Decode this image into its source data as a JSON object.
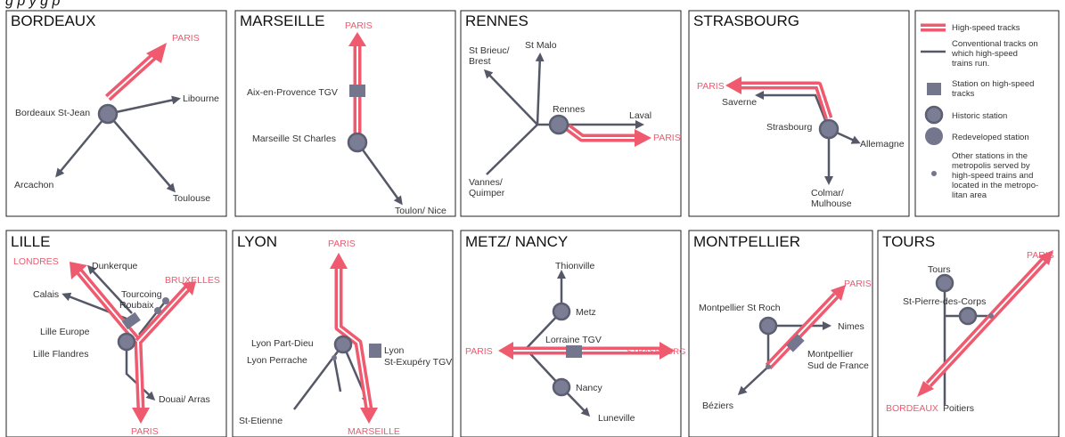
{
  "colors": {
    "high_speed": "#ef5a6f",
    "track": "#555866",
    "station": "#74768e"
  },
  "header": {
    "fragment": "g                            p                    y g    p"
  },
  "panels": {
    "bordeaux": {
      "title": "BORDEAUX",
      "paris": "PARIS",
      "station": "Bordeaux St-Jean",
      "libourne": "Libourne",
      "arcachon": "Arcachon",
      "toulouse": "Toulouse"
    },
    "marseille": {
      "title": "MARSEILLE",
      "paris": "PARIS",
      "aix": "Aix-en-Provence TGV",
      "station": "Marseille St Charles",
      "toulon": "Toulon/ Nice"
    },
    "rennes": {
      "title": "RENNES",
      "stbrieuc_1": "St Brieuc/",
      "stbrieuc_2": "Brest",
      "stmalo": "St Malo",
      "station": "Rennes",
      "laval": "Laval",
      "paris": "PARIS",
      "vannes_1": "Vannes/",
      "vannes_2": "Quimper"
    },
    "strasbourg": {
      "title": "STRASBOURG",
      "paris": "PARIS",
      "saverne": "Saverne",
      "station": "Strasbourg",
      "allemagne": "Allemagne",
      "colmar_1": "Colmar/",
      "colmar_2": "Mulhouse"
    },
    "lille": {
      "title": "LILLE",
      "londres": "LONDRES",
      "dunkerque": "Dunkerque",
      "calais": "Calais",
      "bruxelles": "BRUXELLES",
      "tourcoing": "Tourcoing",
      "roubaix": "Roubaix",
      "europe": "Lille Europe",
      "flandres": "Lille Flandres",
      "douai": "Douai/ Arras",
      "paris": "PARIS"
    },
    "lyon": {
      "title": "LYON",
      "paris": "PARIS",
      "partdieu": "Lyon Part-Dieu",
      "perrache": "Lyon Perrache",
      "stex_1": "Lyon",
      "stex_2": "St-Exupéry TGV",
      "stetienne": "St-Etienne",
      "marseille": "MARSEILLE"
    },
    "metz": {
      "title": "METZ/ NANCY",
      "thionville": "Thionville",
      "metz": "Metz",
      "lorraine": "Lorraine TGV",
      "paris": "PARIS",
      "strasbourg": "STRASBOURG",
      "nancy": "Nancy",
      "luneville": "Luneville"
    },
    "montpellier": {
      "title": "MONTPELLIER",
      "paris": "PARIS",
      "stroch": "Montpellier St Roch",
      "nimes": "Nimes",
      "sdf_1": "Montpellier",
      "sdf_2": "Sud de France",
      "beziers": "Béziers"
    },
    "tours": {
      "title": "TOURS",
      "paris": "PARIS",
      "tours": "Tours",
      "stpierre": "St-Pierre-des-Corps",
      "bordeaux": "BORDEAUX",
      "poitiers": "Poitiers"
    }
  },
  "legend": {
    "high_speed": "High-speed tracks",
    "conv_1": "Conventional tracks on",
    "conv_2": "which high-speed",
    "conv_3": "trains run.",
    "stn_1": "Station on high-speed",
    "stn_2": "tracks",
    "historic": "Historic station",
    "redeveloped": "Redeveloped station",
    "other_1": "Other stations in the",
    "other_2": "metropolis served by",
    "other_3": "high-speed trains and",
    "other_4": "located in the metropo-",
    "other_5": "litan area"
  }
}
